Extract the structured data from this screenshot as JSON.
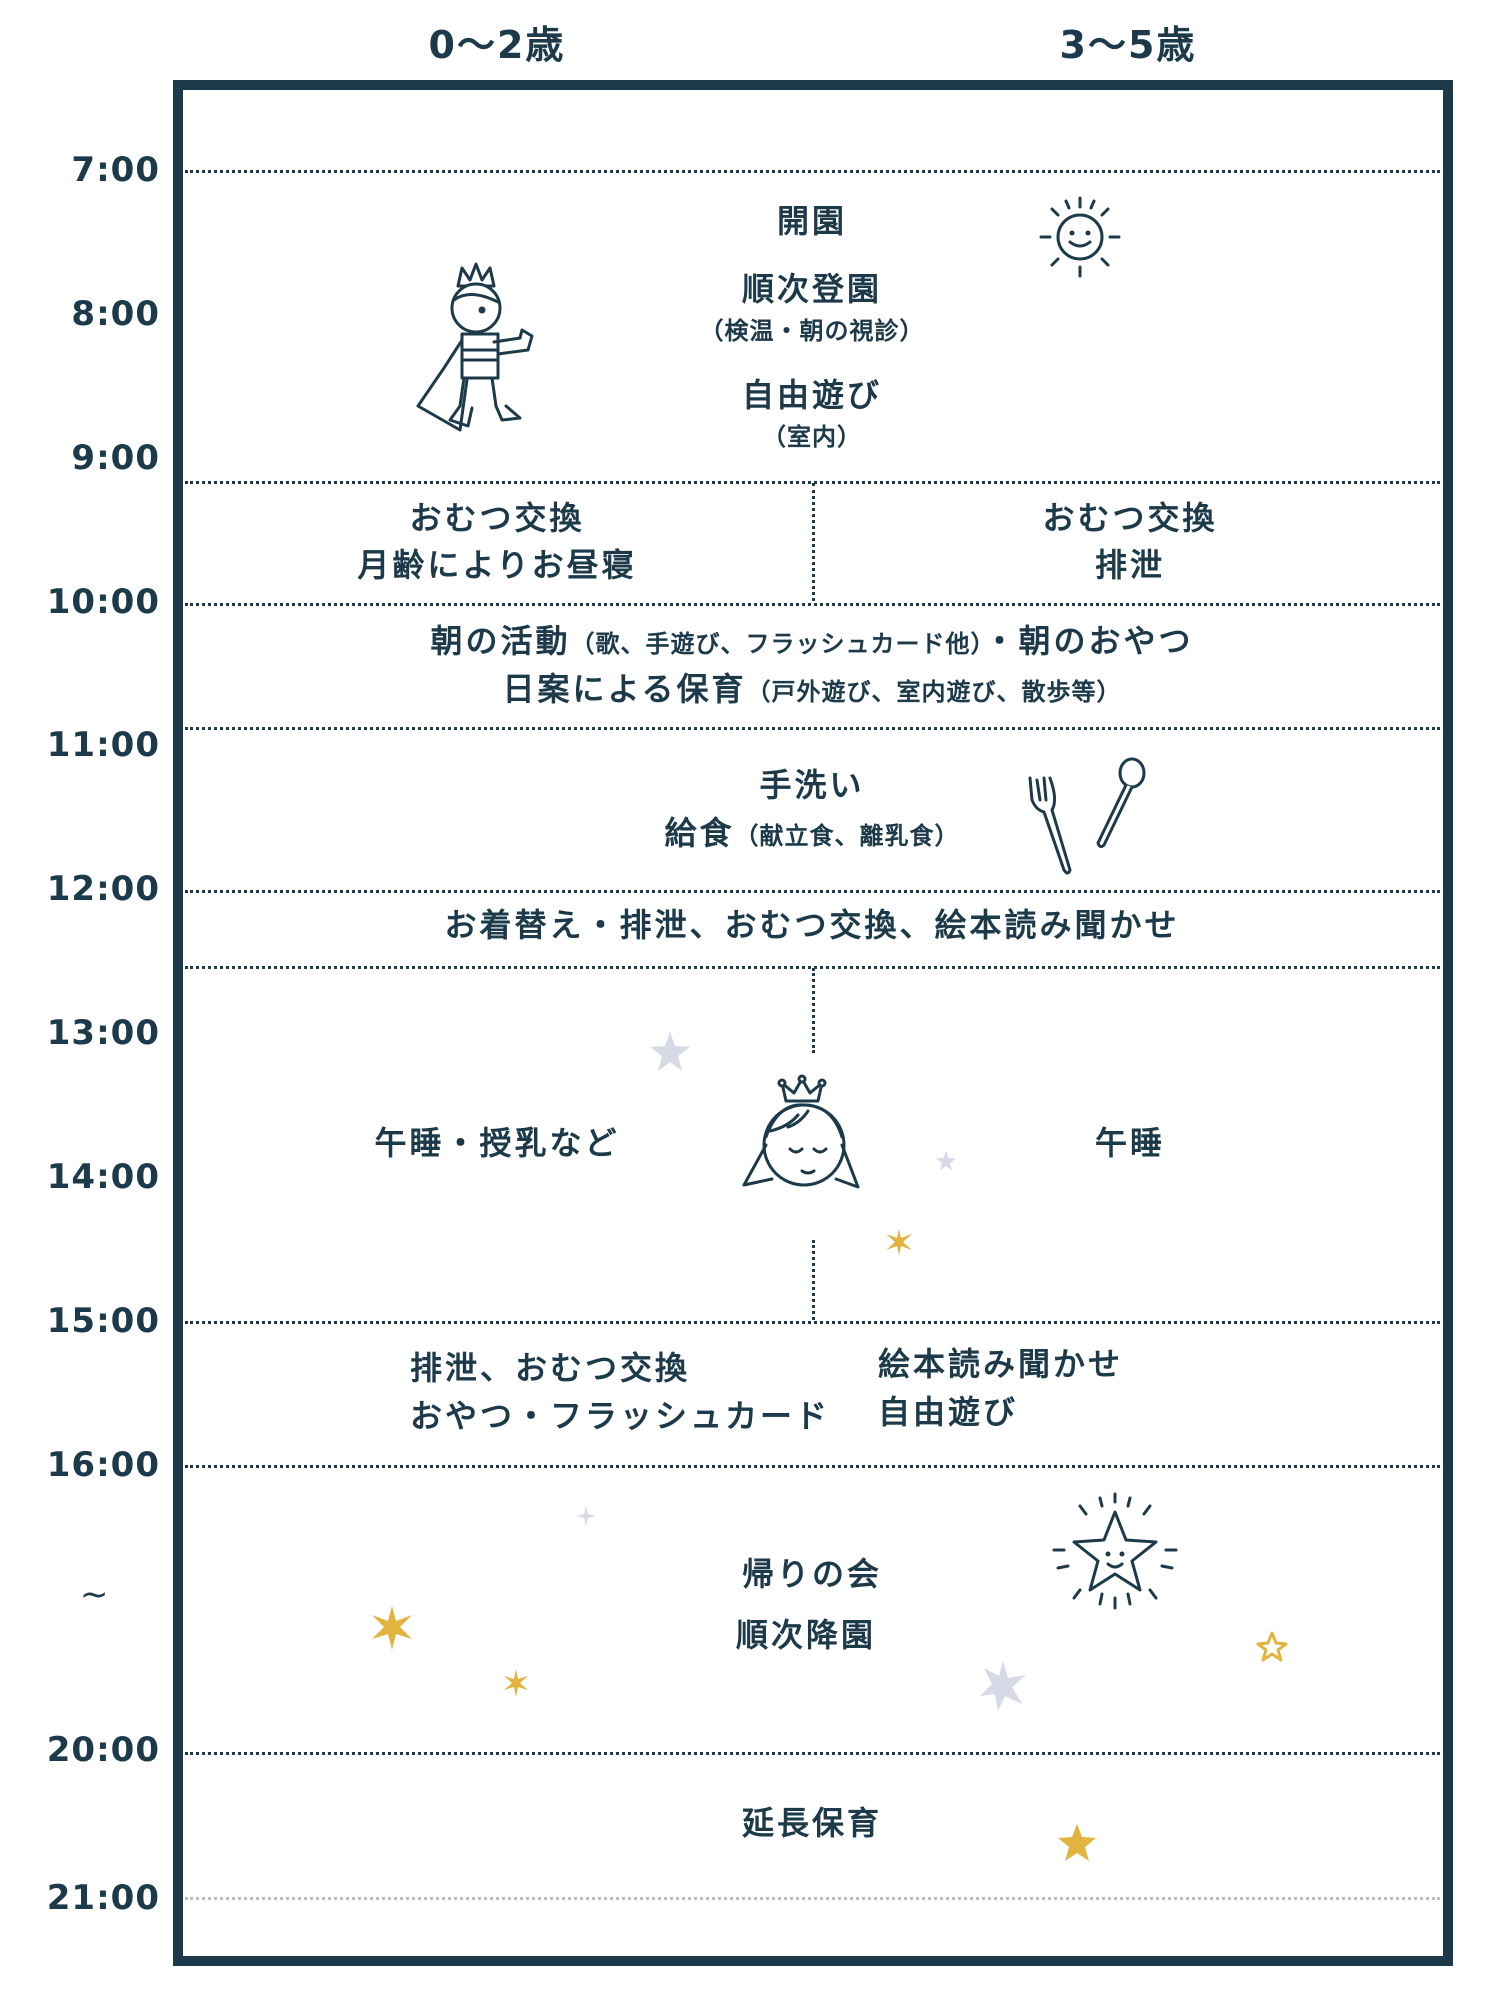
{
  "columns": {
    "left": "0～2歳",
    "right": "3～5歳"
  },
  "times": [
    "7:00",
    "8:00",
    "9:00",
    "10:00",
    "11:00",
    "12:00",
    "13:00",
    "14:00",
    "15:00",
    "16:00",
    "20:00",
    "21:00"
  ],
  "tilde": "≀",
  "morning": {
    "open": "開園",
    "arrival": "順次登園",
    "arrival_note": "（検温・朝の視診）",
    "free_play": "自由遊び",
    "free_play_note": "（室内）"
  },
  "nine": {
    "left_line1": "おむつ交換",
    "left_line2": "月齢によりお昼寝",
    "right_line1": "おむつ交換",
    "right_line2": "排泄"
  },
  "ten": {
    "line1_main": "朝の活動",
    "line1_note": "（歌、手遊び、フラッシュカード他）",
    "line1_tail": "・朝のおやつ",
    "line2_main": "日案による保育",
    "line2_note": "（戸外遊び、室内遊び、散歩等）"
  },
  "eleven": {
    "wash": "手洗い",
    "lunch": "給食",
    "lunch_note": "（献立食、離乳食）"
  },
  "noon": {
    "text": "お着替え・排泄、おむつ交換、絵本読み聞かせ"
  },
  "afternoon": {
    "left": "午睡・授乳など",
    "right": "午睡"
  },
  "fifteen": {
    "left_line1": "排泄、おむつ交換",
    "left_line2": "おやつ・フラッシュカード",
    "right_line1": "絵本読み聞かせ",
    "right_line2": "自由遊び"
  },
  "evening": {
    "line1": "帰りの会",
    "line2": "順次降園"
  },
  "extended": {
    "text": "延長保育"
  },
  "colors": {
    "navy": "#1c3a4a",
    "gold": "#e2b33f",
    "lavender": "#d6d9e6"
  },
  "icons": [
    "sun-icon",
    "prince-icon",
    "fork-icon",
    "spoon-icon",
    "princess-icon",
    "smiling-star-icon",
    "sparkle-icon",
    "star-icon"
  ]
}
